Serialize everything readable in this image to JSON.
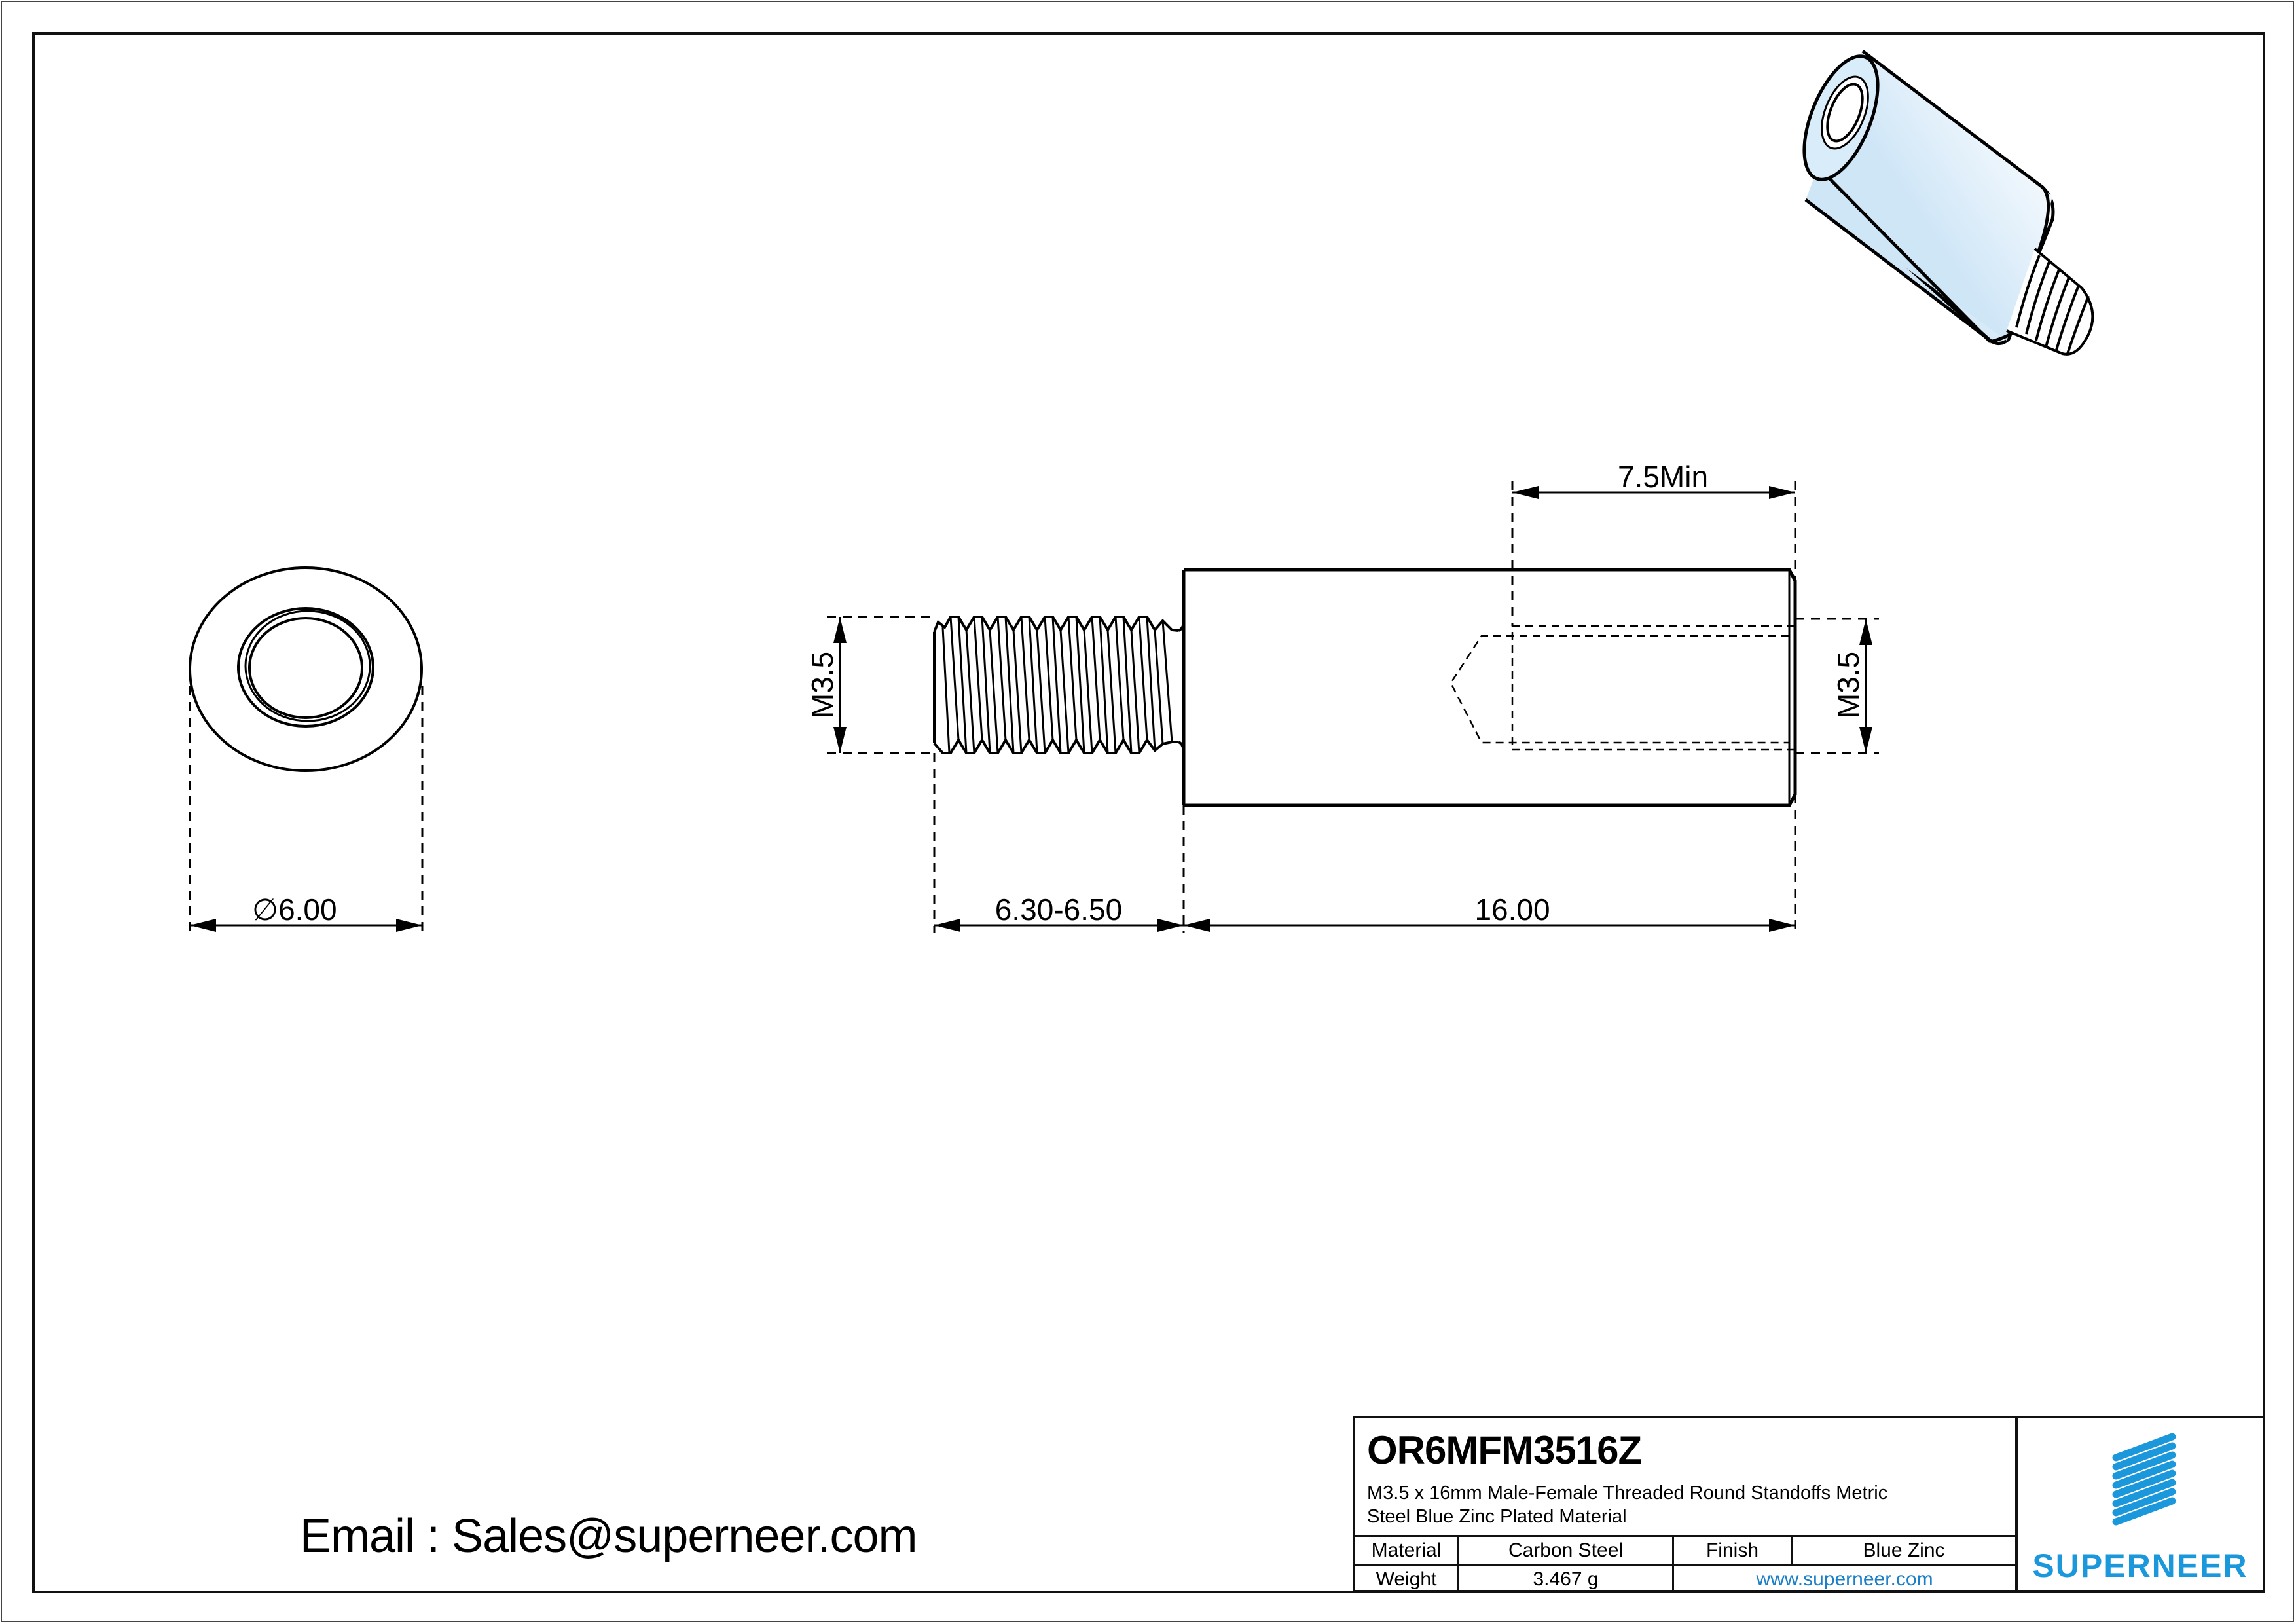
{
  "drawing": {
    "end_view": {
      "diameter_label": "∅6.00",
      "diameter_symbol": "diameter-symbol"
    },
    "side_view": {
      "male_thread_label": "M3.5",
      "female_thread_label": "M3.5",
      "thread_length_label": "6.30-6.50",
      "body_length_label": "16.00",
      "thread_depth_label": "7.5Min"
    },
    "isometric": {
      "fill_color": "#cfe6f7",
      "highlight_color": "#ffffff"
    }
  },
  "contact": {
    "email_line": "Email : Sales@superneer.com"
  },
  "title_block": {
    "part_number": "OR6MFM3516Z",
    "description_line1": "M3.5 x 16mm Male-Female Threaded Round Standoffs Metric",
    "description_line2": "Steel Blue Zinc Plated Material",
    "rows": [
      {
        "label1": "Material",
        "value1": "Carbon Steel",
        "label2": "Finish",
        "value2": "Blue Zinc"
      },
      {
        "label1": "Weight",
        "value1": "3.467 g",
        "link": "www.superneer.com"
      }
    ],
    "logo": {
      "wordmark": "SUPERNEER",
      "brand_color": "#1b97dc",
      "icon": "striped-parallelogram-logo"
    },
    "link_color": "#1a7fc8"
  }
}
